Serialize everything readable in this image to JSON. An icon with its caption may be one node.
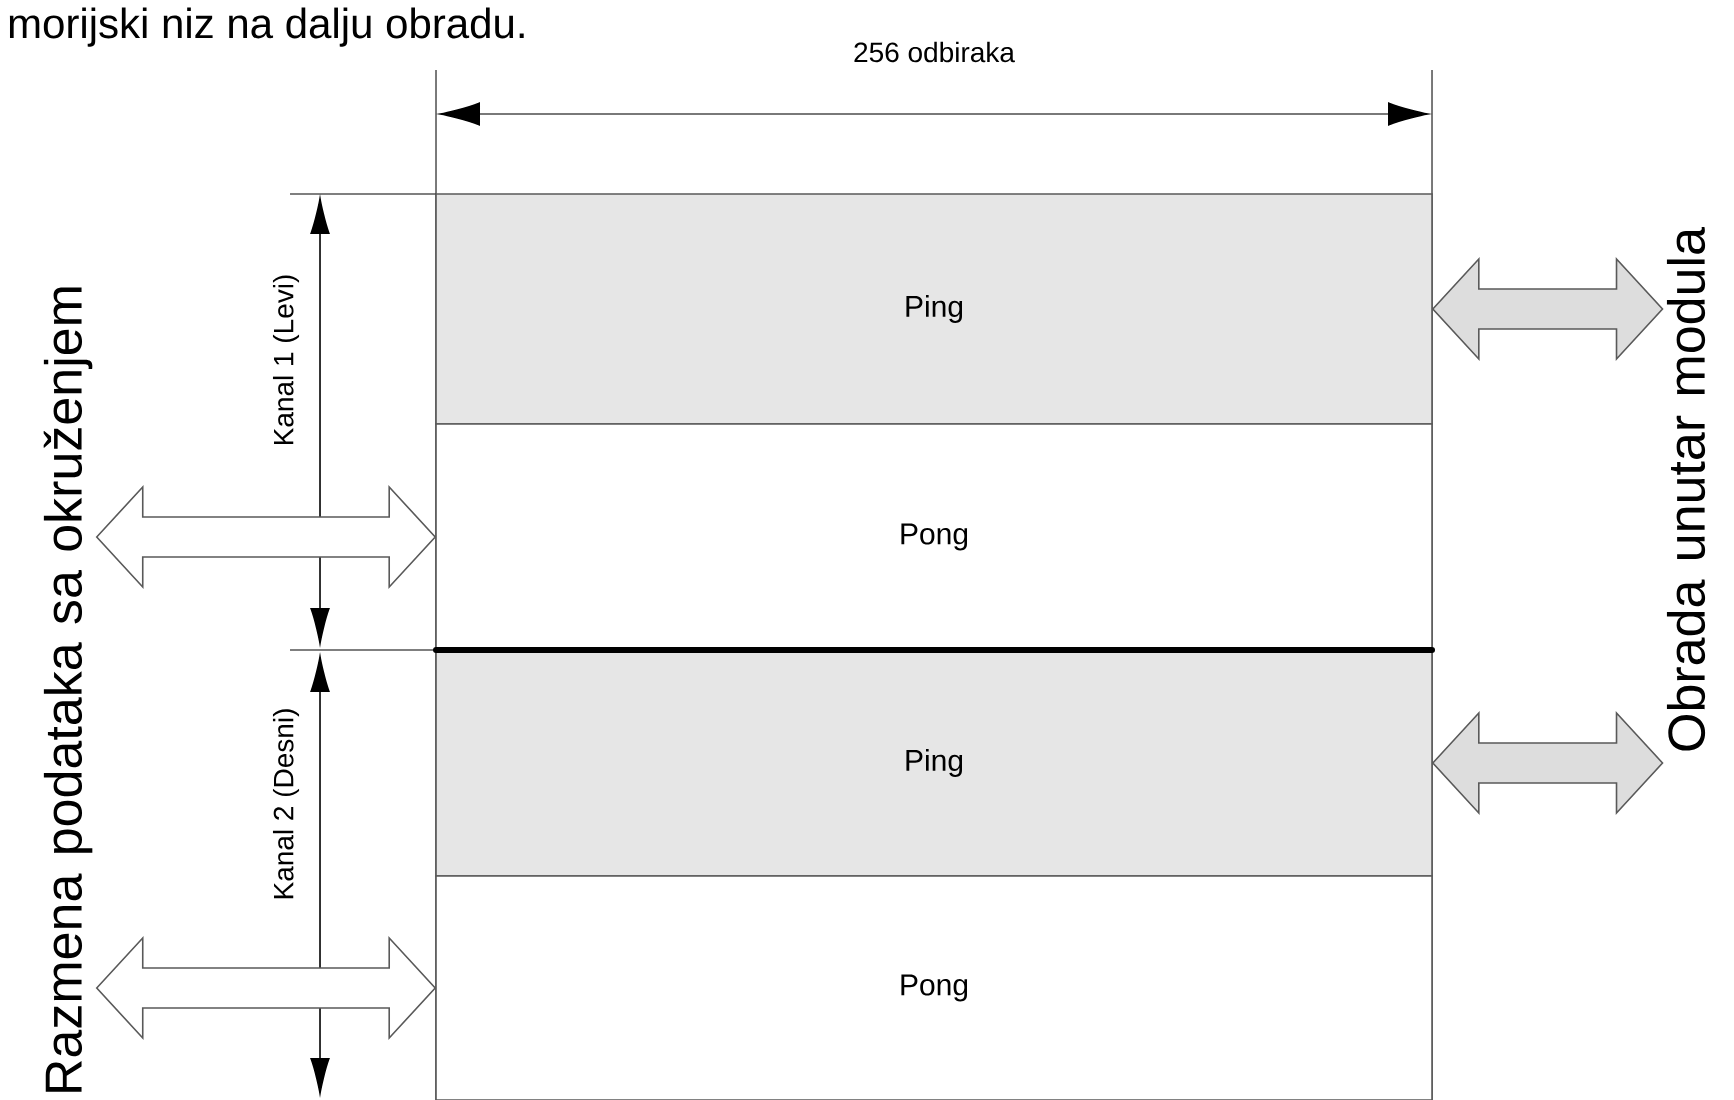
{
  "diagram": {
    "nodes": [
      {
        "text": [
          "Ping"
        ]
      },
      {
        "text": [
          "Pong"
        ]
      },
      {
        "text": [
          "Ping"
        ]
      },
      {
        "text": [
          "Pong"
        ]
      },
      {
        "text": [
          "Razmena podataka sa okruženjem"
        ]
      },
      {
        "text": [
          "Obrada unutar modula"
        ]
      }
    ],
    "edges": [
      {
        "from": 4,
        "to": 1,
        "arrow": "both"
      },
      {
        "from": 4,
        "to": 3,
        "arrow": "both"
      },
      {
        "from": 0,
        "to": 5,
        "arrow": "both"
      },
      {
        "from": 2,
        "to": 5,
        "arrow": "both"
      }
    ],
    "labels": [
      "morijski niz na dalju obradu.",
      "256 odbiraka",
      "Kanal 1 (Levi)",
      "Kanal 2 (Desni)"
    ]
  }
}
